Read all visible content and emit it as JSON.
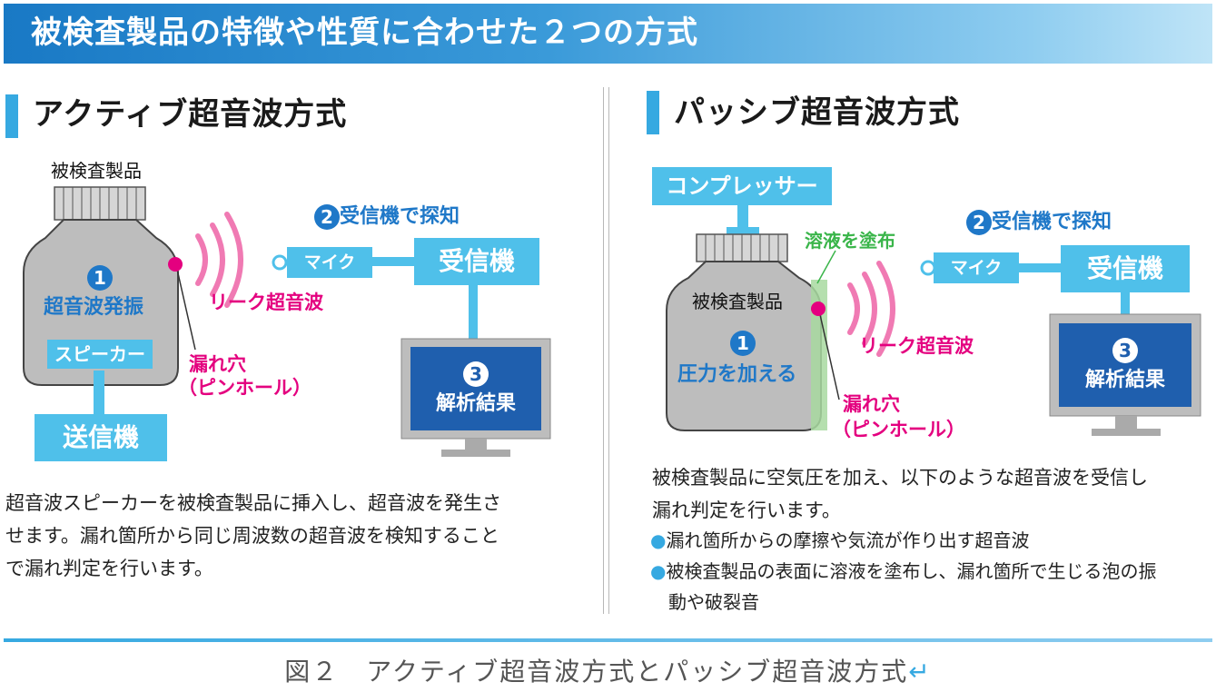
{
  "header": {
    "title": "被検査製品の特徴や性質に合わせた２つの方式"
  },
  "active": {
    "title": "アクティブ超音波方式",
    "product_label": "被検査製品",
    "step1_num": "1",
    "step1_label": "超音波発振",
    "speaker_label": "スピーカー",
    "transmitter_label": "送信機",
    "step2_num": "2",
    "step2_label": "受信機で探知",
    "mic_label": "マイク",
    "receiver_label": "受信機",
    "leak_wave_label": "リーク超音波",
    "hole_label_1": "漏れ穴",
    "hole_label_2": "（ピンホール）",
    "step3_num": "3",
    "step3_label": "解析結果",
    "description": [
      "超音波スピーカーを被検査製品に挿入し、超音波を発生さ",
      "せます。漏れ箇所から同じ周波数の超音波を検知すること",
      "で漏れ判定を行います。"
    ]
  },
  "passive": {
    "title": "パッシブ超音波方式",
    "compressor_label": "コンプレッサー",
    "product_label": "被検査製品",
    "solution_label": "溶液を塗布",
    "step1_num": "1",
    "step1_label": "圧力を加える",
    "step2_num": "2",
    "step2_label": "受信機で探知",
    "mic_label": "マイク",
    "receiver_label": "受信機",
    "leak_wave_label": "リーク超音波",
    "hole_label_1": "漏れ穴",
    "hole_label_2": "（ピンホール）",
    "step3_num": "3",
    "step3_label": "解析結果",
    "description": [
      "被検査製品に空気圧を加え、以下のような超音波を受信し",
      "漏れ判定を行います。"
    ],
    "bullets": [
      "漏れ箇所からの摩擦や気流が作り出す超音波",
      "被検査製品の表面に溶液を塗布し、漏れ箇所で生じる泡の振",
      "動や破裂音"
    ]
  },
  "caption": {
    "text": "図２　アクティブ超音波方式とパッシブ超音波方式",
    "return_mark": "↵"
  },
  "colors": {
    "accent": "#36a9e1",
    "label_box": "#4fc0ea",
    "pink": "#e4007f",
    "green": "#3ab54a",
    "monitor_screen": "#1f5fae",
    "bottle": "#bdbdbd"
  }
}
